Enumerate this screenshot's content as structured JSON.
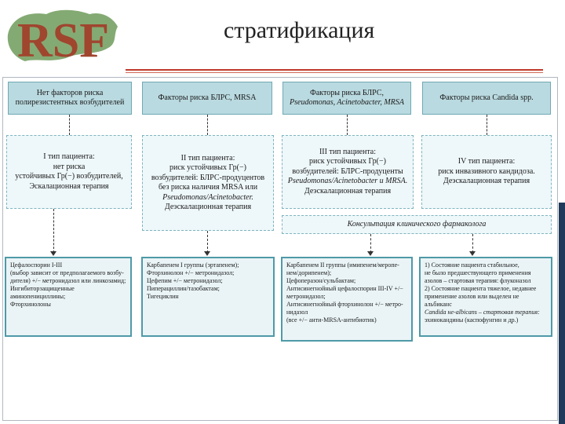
{
  "logo": {
    "text": "RSF"
  },
  "title": "стратификация",
  "top_boxes": [
    {
      "line1": "Нет факторов риска",
      "line2": "полирезистентных возбудителей"
    },
    {
      "line1": "Факторы риска БЛРС, MRSA",
      "line2": ""
    },
    {
      "line1": "Факторы риска БЛРС,",
      "line2": "Pseudomonas, Acinetobacter, MRSA"
    },
    {
      "line1": "Факторы риска Candida spp.",
      "line2": ""
    }
  ],
  "mid_boxes": [
    {
      "lines": [
        "I тип пациента:",
        "нет риска",
        "устойчивых Гр(−) возбудителей,",
        "Эскалационная терапия"
      ]
    },
    {
      "lines": [
        "II тип пациента:",
        "риск устойчивых Гр(−)",
        "возбудителей: БЛРС-продуцентов",
        "без риска наличия MRSA или",
        "Pseudomonas/Acinetobacter.",
        "Деэскалационная терапия"
      ]
    },
    {
      "lines": [
        "III тип пациента:",
        "риск устойчивых Гр(−)",
        "возбудителей: БЛРС-продуценты",
        "Pseudomonas/Acinetobacter и MRSA.",
        "Деэскалационная терапия"
      ]
    },
    {
      "lines": [
        "IV тип пациента:",
        "риск инвазивного кандидоза.",
        "Деэскалационная терапия"
      ]
    }
  ],
  "consult": "Консультация клинического фармаколога",
  "bottom_boxes": [
    {
      "lines": [
        "Цефалоспорин I-III",
        "(выбор зависит от предполагаемого возбу-",
        "дителя) +/− метронидазол или линкозамид;",
        "Ингибиторзащищенные аминопенициллины;",
        "Фторхинолоны"
      ]
    },
    {
      "lines": [
        "Карбапенем I группы (эртапенем);",
        "Фторхинолон +/− метронидазол;",
        "Цефепим +/− метронидазол;",
        "Пиперациллин/тазобактам;",
        "Тигециклин"
      ]
    },
    {
      "lines": [
        "Карбапенем II группы (имипенем/меропе-",
        "нем/дорипенем);",
        "Цефоперазон/сульбактам;",
        "Антисинегнойный цефалоспорин III-IV +/−",
        "метронидазол;",
        "Антисинегнойный фторхинолон +/− метро-",
        "нидазол",
        "(все +/− анти-MRSA-антибиотик)"
      ]
    },
    {
      "lines": [
        "1) Состояние пациента стабильное,",
        "не было предшествующего применения",
        "азолов – стартовая терапия: флуконазол",
        "2) Состояние пациента тяжелое, недавнее",
        "применение азолов или выделен не альбиканс",
        "Candida не-albicans – стартовая терапия:",
        "эхинокандины (каспофунгин и др.)"
      ]
    }
  ]
}
